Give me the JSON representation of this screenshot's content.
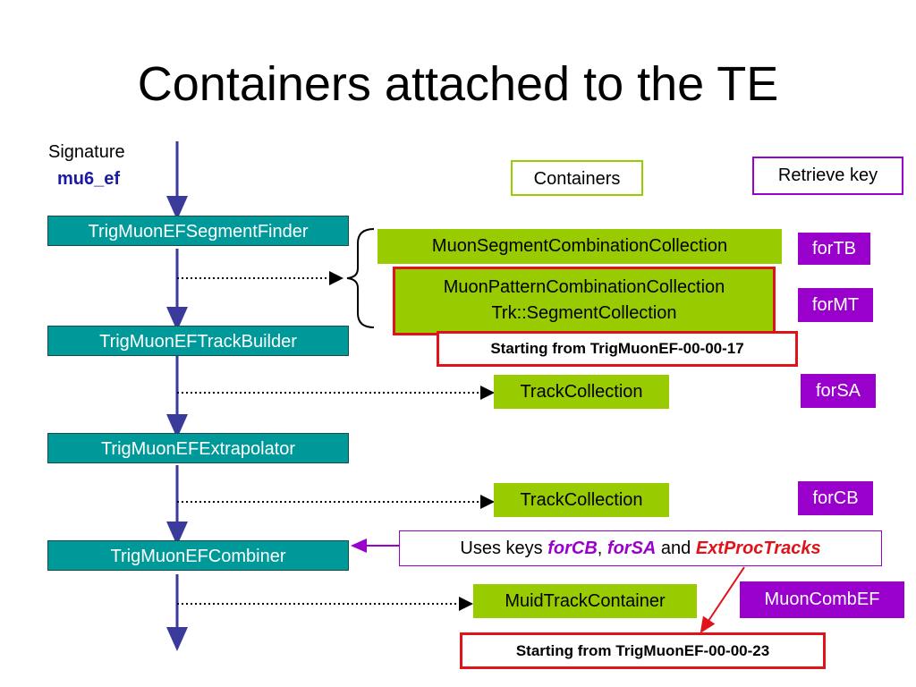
{
  "title": "Containers attached to the TE",
  "signature": {
    "label": "Signature",
    "value": "mu6_ef"
  },
  "legend": {
    "containers": "Containers",
    "retrieve_key": "Retrieve key"
  },
  "algorithms": [
    "TrigMuonEFSegmentFinder",
    "TrigMuonEFTrackBuilder",
    "TrigMuonEFExtrapolator",
    "TrigMuonEFCombiner"
  ],
  "containers": {
    "segment_combination": "MuonSegmentCombinationCollection",
    "pattern_combination": "MuonPatternCombinationCollection",
    "segment_collection": "Trk::SegmentCollection",
    "track_collection_sa": "TrackCollection",
    "track_collection_cb": "TrackCollection",
    "muid": "MuidTrackContainer"
  },
  "keys": {
    "fortb": "forTB",
    "formt": "forMT",
    "forsa": "forSA",
    "forcb": "forCB",
    "muoncombef": "MuonCombEF"
  },
  "notes": {
    "starting_17": "Starting from  TrigMuonEF-00-00-17",
    "starting_23": "Starting from  TrigMuonEF-00-00-23",
    "uses_prefix": "Uses keys ",
    "uses_k1": "forCB",
    "uses_sep": ", ",
    "uses_k2": "forSA",
    "uses_and": " and ",
    "uses_k3": "ExtProcTracks"
  },
  "colors": {
    "algorithm": "#009999",
    "container": "#99cc00",
    "key": "#9900cc",
    "highlight": "#e0131a",
    "flow_arrow": "#3a3a9a"
  }
}
